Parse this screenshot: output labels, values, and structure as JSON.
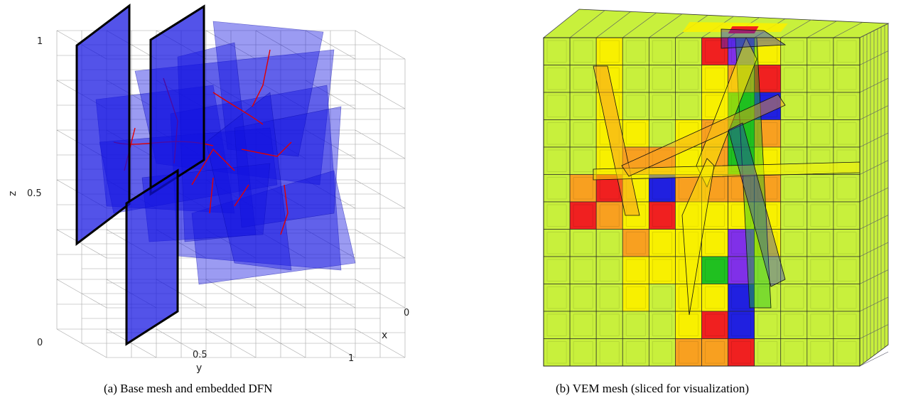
{
  "panel_a": {
    "caption": "(a) Base mesh and embedded DFN",
    "z_axis": {
      "label": "z",
      "ticks": [
        "1",
        "0.5",
        "0"
      ]
    },
    "y_axis": {
      "label": "y",
      "ticks": [
        "0.5"
      ]
    },
    "x_axis": {
      "label": "x",
      "ticks": [
        "0",
        "1"
      ]
    },
    "colors": {
      "fracture": "#1010e0",
      "intersection": "#e00000",
      "grid": "#8a8a8a",
      "outline": "#000000"
    }
  },
  "panel_b": {
    "caption": "(b) VEM mesh (sliced for visualization)",
    "colors": {
      "base": "#c8f03c",
      "yellow": "#f8f000",
      "orange": "#f8a020",
      "red": "#f02020",
      "blue": "#2020e0",
      "violet": "#8030e8",
      "green": "#20c020"
    }
  }
}
